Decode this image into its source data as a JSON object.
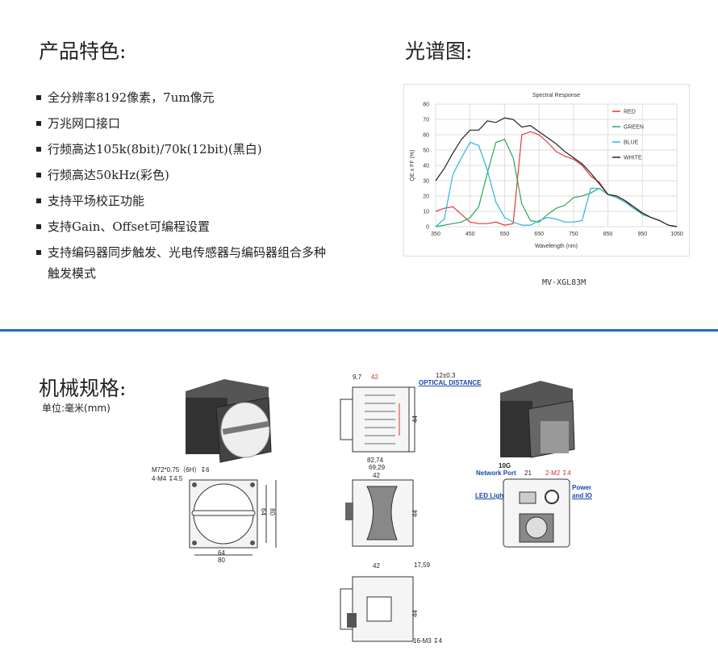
{
  "features": {
    "title": "产品特色:",
    "items": [
      "全分辨率8192像素，7um像元",
      "万兆网口接口",
      "行频高达105k(8bit)/70k(12bit)(黑白)",
      "行频高达50kHz(彩色)",
      "支持平场校正功能",
      "支持Gain、Offset可编程设置",
      "支持编码器同步触发、光电传感器与编码器组合多种触发模式"
    ]
  },
  "spectrum": {
    "title": "光谱图:",
    "model": "MV-XGL83M"
  },
  "chart_data": {
    "type": "line",
    "title": "Spectral Response",
    "xlabel": "Wavelength (nm)",
    "ylabel": "QE x FF (%)",
    "xlim": [
      350,
      1050
    ],
    "ylim": [
      0,
      80
    ],
    "xticks": [
      350,
      450,
      550,
      650,
      750,
      850,
      950,
      1050
    ],
    "yticks": [
      0,
      10,
      20,
      30,
      40,
      50,
      60,
      70,
      80
    ],
    "legend": "top-right",
    "grid": true,
    "x": [
      350,
      375,
      400,
      425,
      450,
      475,
      500,
      525,
      550,
      575,
      600,
      625,
      650,
      675,
      700,
      725,
      750,
      775,
      800,
      825,
      850,
      875,
      900,
      925,
      950,
      975,
      1000,
      1025,
      1050
    ],
    "series": [
      {
        "name": "RED",
        "color": "#e03a3a",
        "values": [
          10,
          12,
          13,
          8,
          3,
          2,
          2,
          3,
          1,
          2,
          60,
          62,
          60,
          55,
          49,
          46,
          44,
          40,
          33,
          29,
          21,
          20,
          17,
          12,
          9,
          6,
          4,
          1,
          0
        ]
      },
      {
        "name": "GREEN",
        "color": "#2ea65a",
        "values": [
          0,
          1,
          2,
          3,
          6,
          13,
          35,
          55,
          57,
          45,
          15,
          4,
          3,
          8,
          12,
          14,
          19,
          20,
          22,
          25,
          21,
          19,
          16,
          12,
          8,
          6,
          4,
          1,
          0
        ]
      },
      {
        "name": "BLUE",
        "color": "#2ab4dc",
        "values": [
          0,
          5,
          34,
          45,
          55,
          53,
          37,
          16,
          6,
          3,
          1,
          1,
          4,
          6,
          5,
          3,
          3,
          4,
          25,
          25,
          21,
          19,
          16,
          12,
          9,
          6,
          4,
          1,
          0
        ]
      },
      {
        "name": "WHITE",
        "color": "#222222",
        "values": [
          30,
          38,
          48,
          57,
          63,
          63,
          69,
          68,
          71,
          70,
          65,
          66,
          62,
          58,
          54,
          49,
          45,
          41,
          35,
          28,
          21,
          20,
          17,
          13,
          9,
          6,
          4,
          1,
          0
        ]
      }
    ]
  },
  "specs": {
    "title": "机械规格:",
    "unit": "单位:毫米(mm)",
    "front": {
      "thread": "M72*0.75（6H）↧6",
      "holes": "4-M4 ↧4.5",
      "w_inner": "64",
      "w_outer": "80",
      "h_inner": "64",
      "h_outer": "80"
    },
    "side": {
      "d1": "9,7",
      "d2": "42",
      "optical": "12±0.3",
      "optical_label": "OPTICAL DISTANCE",
      "h": "44"
    },
    "top": {
      "d1": "82,74",
      "d2": "69,29",
      "d3": "42",
      "h": "44"
    },
    "bottom": {
      "d1": "42",
      "d2": "17,59",
      "h": "44",
      "holes": "16-M3 ↧4"
    },
    "rear": {
      "net": "10G",
      "net2": "Network Port",
      "w": "21",
      "m2": "2-M2 ↧4",
      "led": "LED Light",
      "power": "Power",
      "power2": "and IO"
    }
  }
}
